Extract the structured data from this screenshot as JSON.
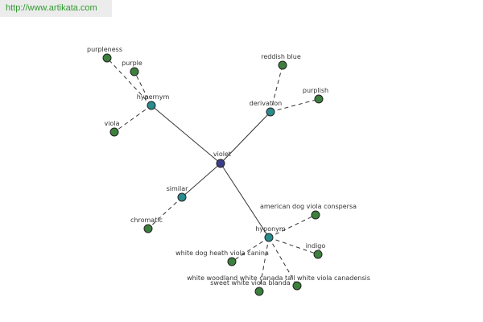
{
  "header": {
    "url": "http://www.artikata.com"
  },
  "graph": {
    "center": "violet",
    "relations": {
      "hypernym": "hypernym",
      "derivation": "derivation",
      "similar": "similar",
      "hyponym": "hyponym"
    },
    "leaves": {
      "purpleness": "purpleness",
      "purple": "purple",
      "viola": "viola",
      "reddish_blue": "reddish blue",
      "purplish": "purplish",
      "chromatic": "chromatic",
      "american_dog_viola": "american dog viola conspersa",
      "indigo": "indigo",
      "white_dog_heath_viola": "white dog heath viola canina",
      "white_woodland_viola": "white woodland white canada tall white viola canadensis",
      "sweet_white_viola": "sweet white viola blanda"
    },
    "colors": {
      "center_node": "#3b3d8a",
      "relation_node": "#2a8b8d",
      "leaf_node": "#3d7f3d",
      "edge": "#333333",
      "url_text": "#2f9a2f"
    }
  }
}
